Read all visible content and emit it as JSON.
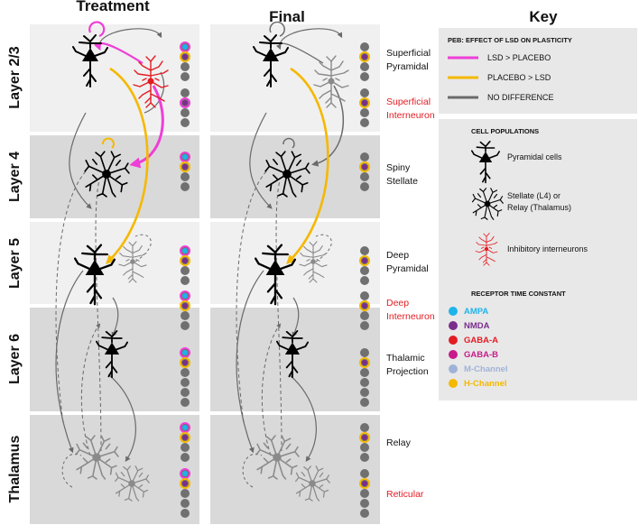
{
  "headers": {
    "treatment": "Treatment",
    "final": "Final",
    "key": "Key"
  },
  "layers": [
    "Layer 2/3",
    "Layer 4",
    "Layer 5",
    "Layer 6",
    "Thalamus"
  ],
  "cell_labels": [
    {
      "line1": "Superficial",
      "line2": "Pyramidal",
      "red": false
    },
    {
      "line1": "Superficial",
      "line2": "Interneuron",
      "red": true
    },
    {
      "line1": "Spiny",
      "line2": "Stellate",
      "red": false
    },
    {
      "line1": "Deep",
      "line2": "Pyramidal",
      "red": false
    },
    {
      "line1": "Deep",
      "line2": "Interneuron",
      "red": true
    },
    {
      "line1": "Thalamic",
      "line2": "Projection",
      "red": false
    },
    {
      "line1": "Relay",
      "line2": "",
      "red": false
    },
    {
      "line1": "Reticular",
      "line2": "",
      "red": true
    }
  ],
  "key": {
    "peb_title": "PEB: EFFECT OF LSD ON PLASTICITY",
    "peb_items": [
      {
        "label": "LSD > PLACEBO",
        "color": "#ee3fd6"
      },
      {
        "label": "PLACEBO > LSD",
        "color": "#f5b800"
      },
      {
        "label": "NO DIFFERENCE",
        "color": "#6a6a6a"
      }
    ],
    "cells_title": "CELL POPULATIONS",
    "cells_items": [
      {
        "label": "Pyramidal cells",
        "label2": "",
        "icon": "pyramidal-cell-icon"
      },
      {
        "label": "Stellate (L4) or",
        "label2": "Relay (Thalamus)",
        "icon": "stellate-cell-icon"
      },
      {
        "label": "Inhibitory interneurons",
        "label2": "",
        "icon": "interneuron-icon"
      }
    ],
    "rec_title": "RECEPTOR TIME CONSTANT",
    "receptors": [
      {
        "label": "AMPA",
        "color": "#1db4ec"
      },
      {
        "label": "NMDA",
        "color": "#7b2d8e"
      },
      {
        "label": "GABA-A",
        "color": "#e31c23"
      },
      {
        "label": "GABA-B",
        "color": "#c71b8b"
      },
      {
        "label": "M-Channel",
        "color": "#9fb3d9"
      },
      {
        "label": "H-Channel",
        "color": "#f5b800"
      }
    ]
  },
  "colors": {
    "lsd_gt_placebo": "#ee3fd6",
    "placebo_gt_lsd": "#f5b800",
    "no_difference": "#6a6a6a",
    "pyramidal": "#000000",
    "interneuron": "#e31c23",
    "faded": "#8a8a8a",
    "panel_light": "#f0f0f0",
    "panel_dark": "#d9d9d9",
    "cell_label_red": "#e31c23"
  }
}
